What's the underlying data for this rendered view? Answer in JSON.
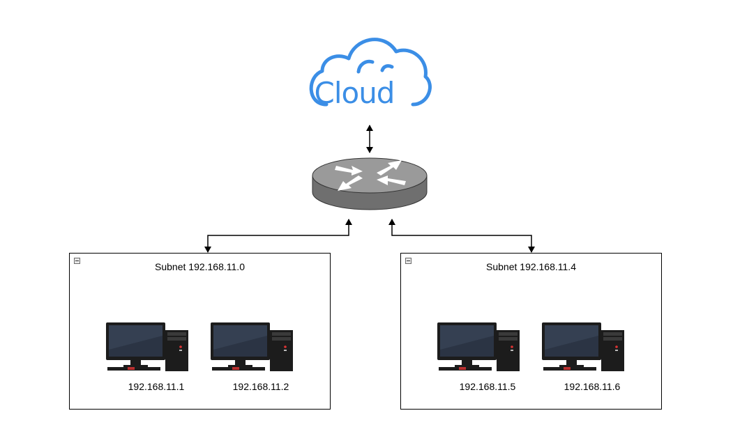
{
  "cloud": {
    "label": "Cloud",
    "color": "#3b8ee6"
  },
  "router": {
    "icon": "router-icon"
  },
  "subnets": [
    {
      "title": "Subnet 192.168.11.0",
      "hosts": [
        "192.168.11.1",
        "192.168.11.2"
      ]
    },
    {
      "title": "Subnet 192.168.11.4",
      "hosts": [
        "192.168.11.5",
        "192.168.11.6"
      ]
    }
  ],
  "connections": [
    {
      "from": "cloud",
      "to": "router",
      "type": "bidirectional-arrow"
    },
    {
      "from": "router",
      "to": "subnet-1",
      "type": "bidirectional-arrow"
    },
    {
      "from": "router",
      "to": "subnet-2",
      "type": "bidirectional-arrow"
    }
  ]
}
